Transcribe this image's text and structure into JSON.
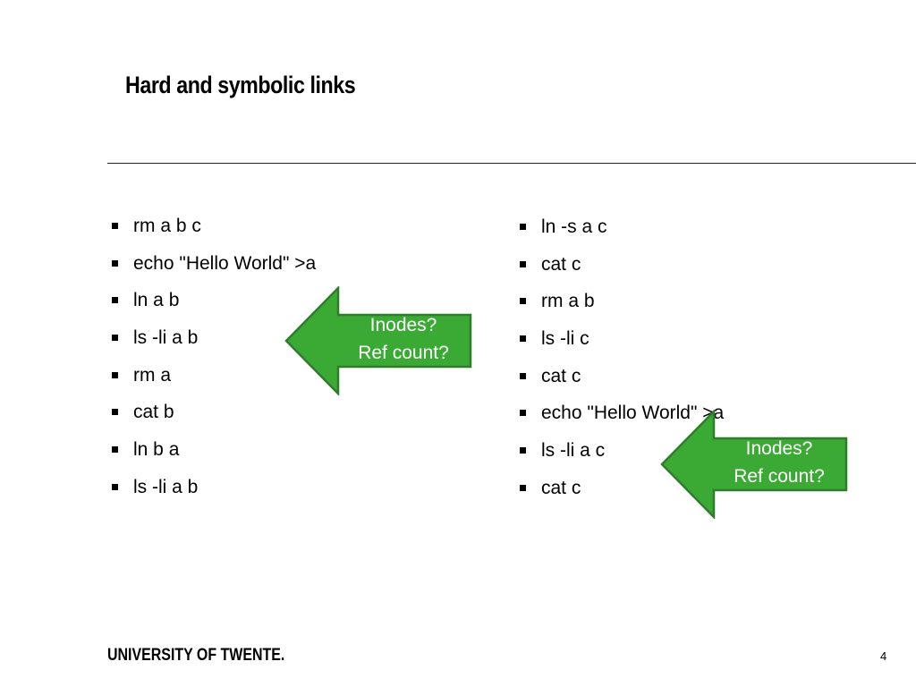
{
  "slide": {
    "title": "Hard and symbolic links",
    "left_list": [
      "rm a b c",
      "echo \"Hello World\" >a",
      "ln a b",
      "ls -li a b",
      "rm a",
      "cat b",
      "ln b a",
      "ls -li a b"
    ],
    "right_list": [
      "ln -s a c",
      "cat c",
      "rm a b",
      "ls -li c",
      "cat c",
      "echo \"Hello World\" >a",
      "ls -li a c",
      "cat c"
    ],
    "callouts": [
      {
        "line1": "Inodes?",
        "line2": "Ref count?"
      },
      {
        "line1": "Inodes?",
        "line2": "Ref count?"
      }
    ],
    "colors": {
      "arrow_fill": "#3aaa35",
      "arrow_stroke": "#2f7d2a",
      "text": "#000000"
    },
    "footer": {
      "logo": "UNIVERSITY OF TWENTE.",
      "page_number": "4"
    }
  }
}
